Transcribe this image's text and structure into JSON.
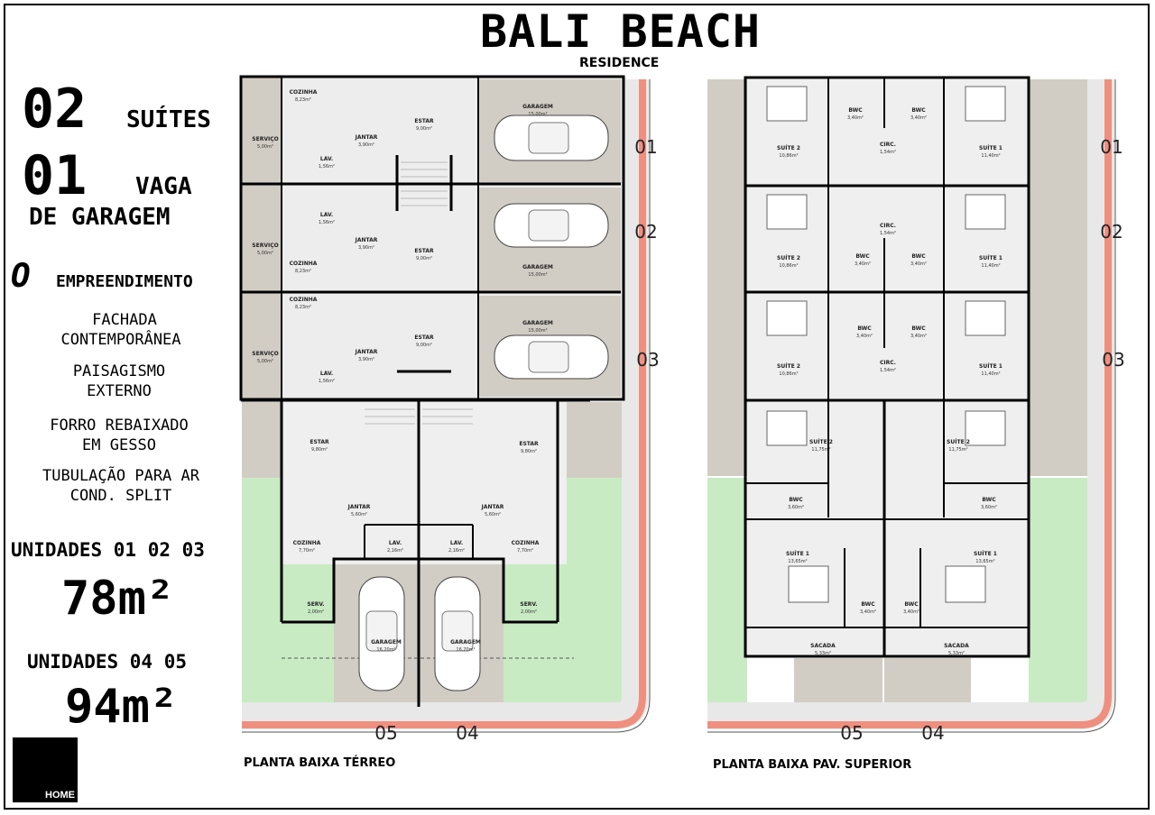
{
  "header": {
    "title": "BALI BEACH",
    "subtitle": "RESIDENCE"
  },
  "features": {
    "suites_count": "02",
    "suites_label": "SUÍTES",
    "parking_count": "01",
    "parking_label_1": "VAGA",
    "parking_label_2": "DE GARAGEM",
    "project_letter": "O",
    "project_label": "EMPREENDIMENTO",
    "items": [
      "FACHADA",
      "CONTEMPORÂNEA",
      "PAISAGISMO",
      "EXTERNO",
      "FORRO REBAIXADO",
      "EM GESSO",
      "TUBULAÇÃO PARA AR",
      "COND. SPLIT"
    ]
  },
  "units": {
    "group_a_label": "UNIDADES 01 02 03",
    "group_a_area": "78m²",
    "group_b_label": "UNIDADES 04 05",
    "group_b_area": "94m²"
  },
  "ground_floor": {
    "caption": "PLANTA BAIXA TÉRREO",
    "unit_numbers": [
      "01",
      "02",
      "03",
      "05",
      "04"
    ],
    "rooms": {
      "cozinha": "COZINHA",
      "cozinha_area": "8,23m²",
      "jantar": "JANTAR",
      "jantar_area": "3,90m²",
      "estar": "ESTAR",
      "estar_area": "9,00m²",
      "garagem": "GARAGEM",
      "garagem_area": "15,00m²",
      "servico": "SERVIÇO",
      "servico_area": "5,00m²",
      "lav": "LAV.",
      "lav_area": "1,56m²",
      "estar_b": "ESTAR",
      "estar_b_area": "9,80m²",
      "jantar_b": "JANTAR",
      "jantar_b_area": "5,60m²",
      "cozinha_b": "COZINHA",
      "cozinha_b_area": "7,70m²",
      "lav_b": "LAV.",
      "lav_b_area": "2,16m²",
      "serv_b": "SERV.",
      "serv_b_area": "2,00m²",
      "garagem_b": "GARAGEM",
      "garagem_b_area": "16,20m²"
    }
  },
  "upper_floor": {
    "caption": "PLANTA BAIXA PAV. SUPERIOR",
    "unit_numbers": [
      "01",
      "02",
      "03",
      "05",
      "04"
    ],
    "rooms": {
      "suite2": "SUÍTE 2",
      "suite2_area": "10,86m²",
      "suite1": "SUÍTE 1",
      "suite1_area": "11,40m²",
      "bwc": "BWC",
      "bwc_area": "3,40m²",
      "circ": "CIRC.",
      "circ_area": "1,54m²",
      "suite2_b": "SUÍTE 2",
      "suite2_b_area": "11,75m²",
      "bwc_b": "BWC",
      "bwc_b_area": "3,60m²",
      "suite1_b": "SUÍTE 1",
      "suite1_b_area": "13,65m²",
      "sacada": "SACADA",
      "sacada_area": "5,33m²"
    }
  },
  "brand": {
    "name": "HOME"
  },
  "colors": {
    "lawn": "#c8ebc3",
    "street": "#ef8f80",
    "paving": "#d2cdc4",
    "walls": "#000000"
  }
}
